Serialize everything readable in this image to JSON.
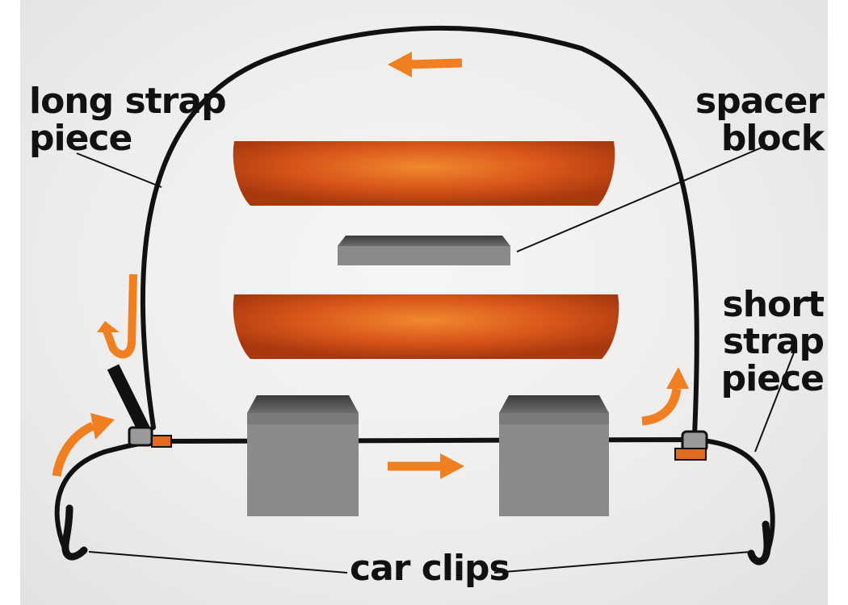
{
  "labels": {
    "long_strap": [
      "long strap",
      "piece"
    ],
    "spacer_block": [
      "spacer",
      "block"
    ],
    "short_strap": [
      "short",
      "strap",
      "piece"
    ],
    "car_clips": "car clips"
  },
  "colors": {
    "kayak_orange": "#e06a1e",
    "arrow_orange": "#f07f22",
    "foam_block_gray": "#8a8a8a",
    "strap_black": "#111111"
  }
}
